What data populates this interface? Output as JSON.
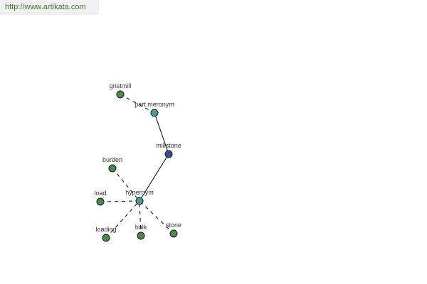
{
  "banner": {
    "url": "http://www.artikata.com",
    "color": "#3d7a28"
  },
  "colors": {
    "leaf_node": "#4a8a4a",
    "relation_node": "#4a9a9a",
    "center_node": "#3a4a9a",
    "edge": "#000000",
    "label": "#333333"
  },
  "graph": {
    "nodes": [
      {
        "id": "gristmill",
        "label": "gristmill",
        "kind": "leaf"
      },
      {
        "id": "part-meronym",
        "label": "part meronym",
        "kind": "relation"
      },
      {
        "id": "millstone",
        "label": "millstone",
        "kind": "center"
      },
      {
        "id": "burden",
        "label": "burden",
        "kind": "leaf"
      },
      {
        "id": "load",
        "label": "load",
        "kind": "leaf"
      },
      {
        "id": "hypernym",
        "label": "hypernym",
        "kind": "relation"
      },
      {
        "id": "loading",
        "label": "loading",
        "kind": "leaf"
      },
      {
        "id": "bulk",
        "label": "bulk",
        "kind": "leaf"
      },
      {
        "id": "stone",
        "label": "stone",
        "kind": "leaf"
      }
    ],
    "edges": [
      {
        "from": "gristmill",
        "to": "part-meronym",
        "style": "dashed"
      },
      {
        "from": "part-meronym",
        "to": "millstone",
        "style": "solid"
      },
      {
        "from": "millstone",
        "to": "hypernym",
        "style": "solid"
      },
      {
        "from": "burden",
        "to": "hypernym",
        "style": "dashed"
      },
      {
        "from": "load",
        "to": "hypernym",
        "style": "dashed"
      },
      {
        "from": "loading",
        "to": "hypernym",
        "style": "dashed"
      },
      {
        "from": "bulk",
        "to": "hypernym",
        "style": "dashed"
      },
      {
        "from": "stone",
        "to": "hypernym",
        "style": "dashed"
      }
    ]
  }
}
